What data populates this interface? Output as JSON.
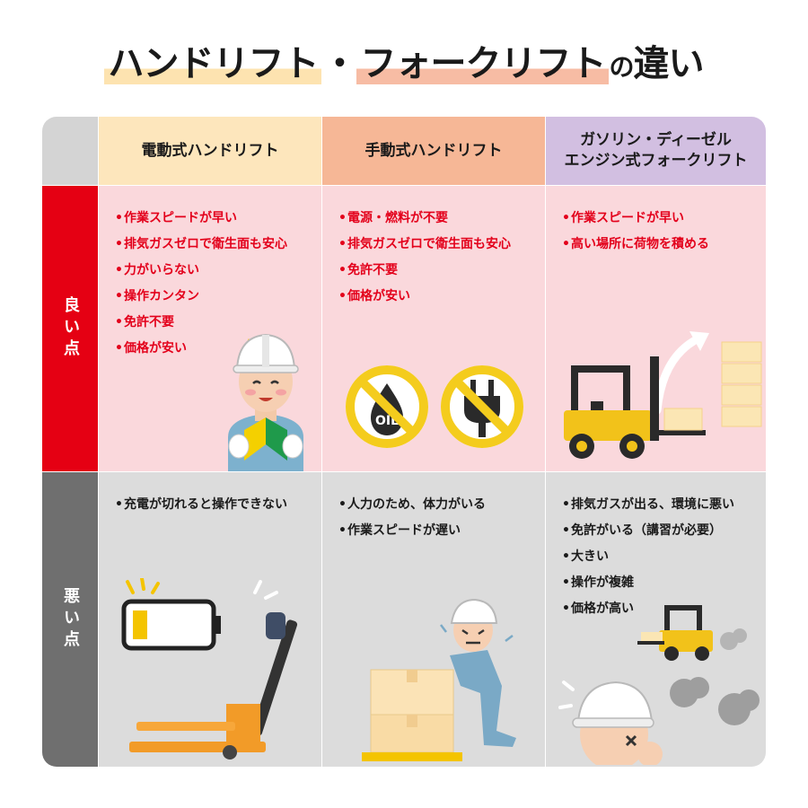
{
  "title": {
    "part1": "ハンドリフト",
    "dot": "・",
    "part2": "フォークリフト",
    "particle": "の",
    "suffix": "違い"
  },
  "columns": [
    {
      "label": "電動式ハンドリフト"
    },
    {
      "label": "手動式ハンドリフト"
    },
    {
      "label_line1": "ガソリン・ディーゼル",
      "label_line2": "エンジン式フォークリフト"
    }
  ],
  "rows": {
    "good": {
      "label": "良い点"
    },
    "bad": {
      "label": "悪い点"
    }
  },
  "good": [
    [
      "作業スピードが早い",
      "排気ガスゼロで衛生面も安心",
      "力がいらない",
      "操作カンタン",
      "免許不要",
      "価格が安い"
    ],
    [
      "電源・燃料が不要",
      "排気ガスゼロで衛生面も安心",
      "免許不要",
      "価格が安い"
    ],
    [
      "作業スピードが早い",
      "高い場所に荷物を積める"
    ]
  ],
  "bad": [
    [
      "充電が切れると操作できない"
    ],
    [
      "人力のため、体力がいる",
      "作業スピードが遅い"
    ],
    [
      "排気ガスが出る、環境に悪い",
      "免許がいる（講習が必要）",
      "大きい",
      "操作が複雑",
      "価格が高い"
    ]
  ],
  "icons": {
    "oil_text": "OIL"
  },
  "colors": {
    "good": "#e50013",
    "bad": "#6f6f6f",
    "good_bg": "#fad8dc",
    "bad_bg": "#dcdcdc"
  }
}
